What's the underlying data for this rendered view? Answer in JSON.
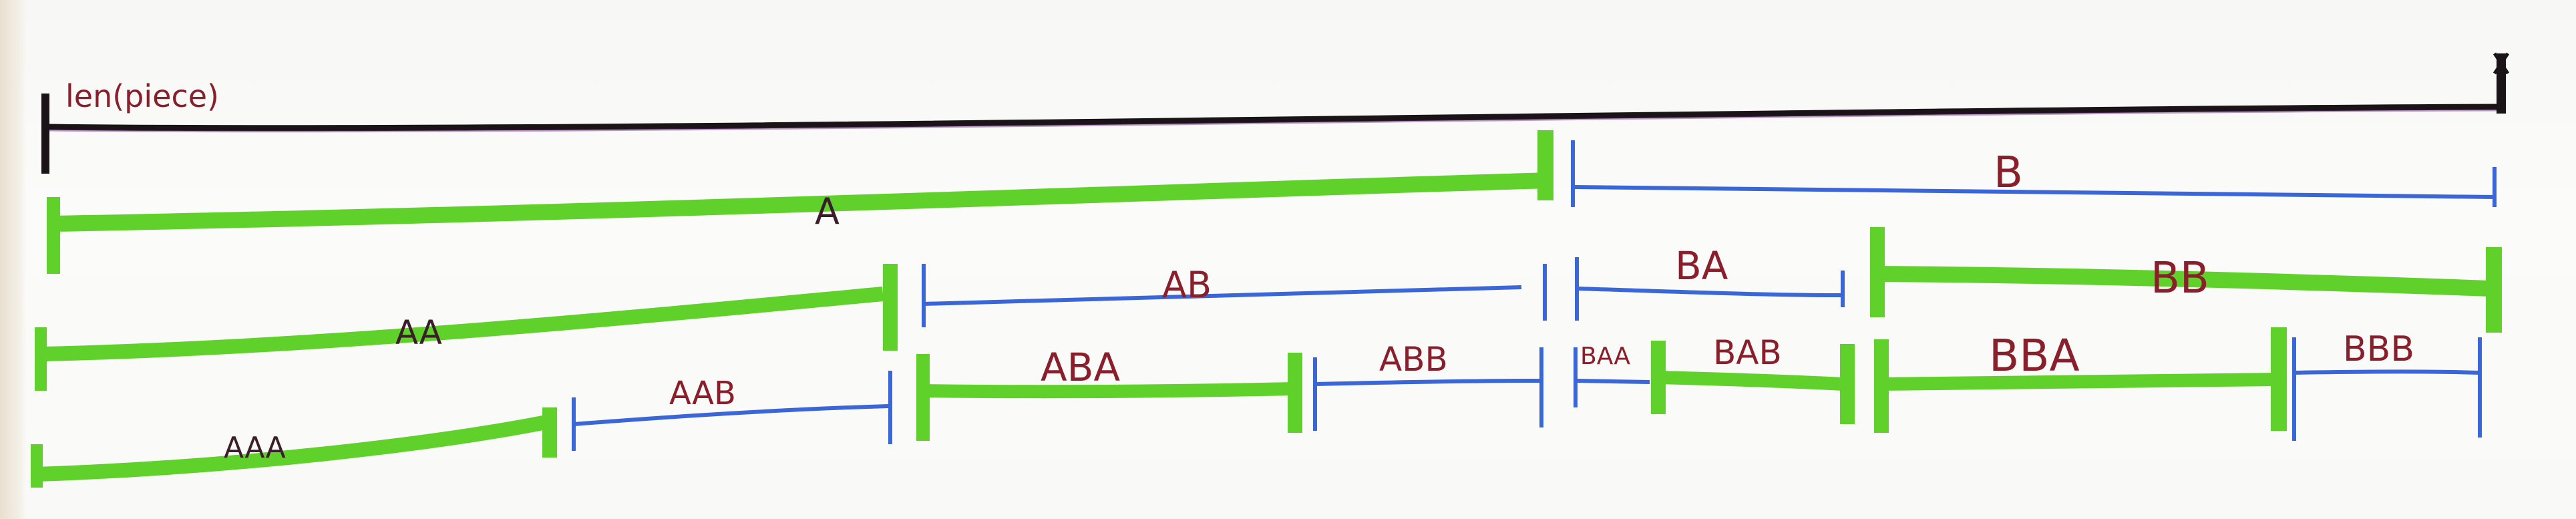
{
  "title": "len(piece)",
  "levels": [
    {
      "segments": [
        {
          "label": "A",
          "color": "green"
        },
        {
          "label": "B",
          "color": "blue"
        }
      ]
    },
    {
      "segments": [
        {
          "label": "AA",
          "color": "green"
        },
        {
          "label": "AB",
          "color": "blue"
        },
        {
          "label": "BA",
          "color": "blue"
        },
        {
          "label": "BB",
          "color": "green"
        }
      ]
    },
    {
      "segments": [
        {
          "label": "AAA",
          "color": "green"
        },
        {
          "label": "AAB",
          "color": "blue"
        },
        {
          "label": "ABA",
          "color": "green"
        },
        {
          "label": "ABB",
          "color": "blue"
        },
        {
          "label": "BAA",
          "color": "blue"
        },
        {
          "label": "BAB",
          "color": "green"
        },
        {
          "label": "BBA",
          "color": "green"
        },
        {
          "label": "BBB",
          "color": "blue"
        }
      ]
    }
  ],
  "colors": {
    "green": "#5fd12a",
    "blue": "#3a66d8",
    "black": "#1a1418",
    "ink": "#8a1f2c"
  }
}
